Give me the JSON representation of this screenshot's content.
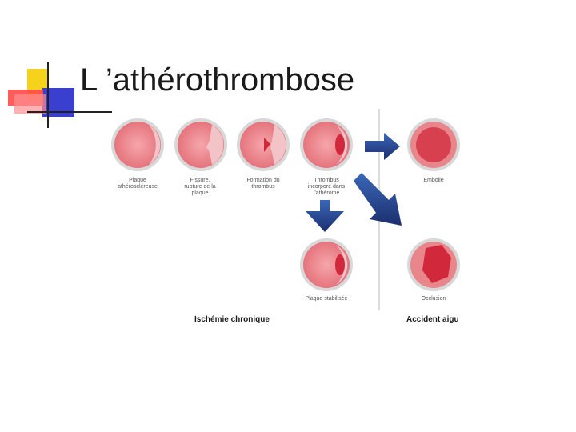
{
  "slide": {
    "title": "L ’athérothrombose"
  },
  "diagram": {
    "stages": [
      {
        "label": "Plaque athéroscléreuse"
      },
      {
        "label": "Fissure, rupture de la plaque"
      },
      {
        "label": "Formation du thrombus"
      },
      {
        "label": "Thrombus incorporé dans l’athérome"
      },
      {
        "label": "Embolie"
      },
      {
        "label": "Plaque stabilisée"
      },
      {
        "label": "Occlusion"
      }
    ],
    "captions": {
      "left": "Ischémie chronique",
      "right": "Accident aigu"
    },
    "colors": {
      "vessel_wall": "#e07e86",
      "lumen": "#f29aa0",
      "thrombus": "#d2283c",
      "arrow": "#1f3c86",
      "divider": "#b5b5b5"
    }
  }
}
